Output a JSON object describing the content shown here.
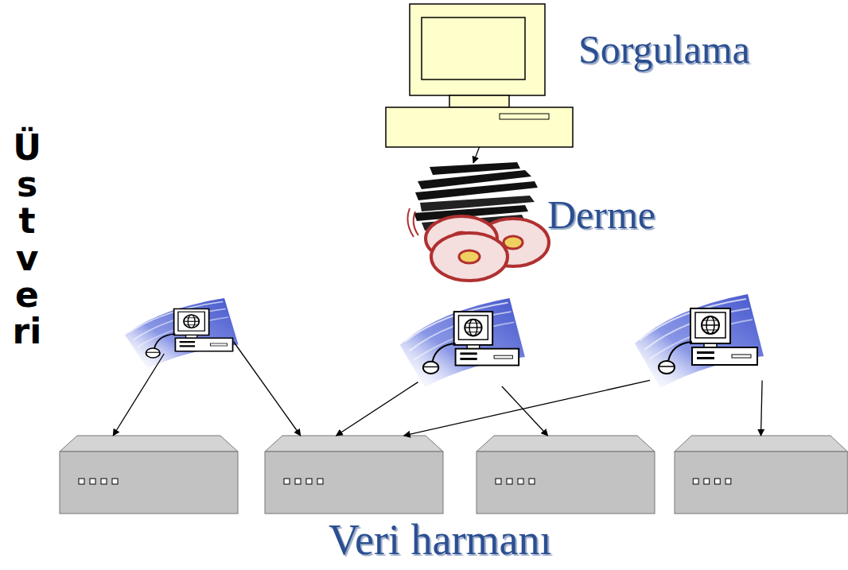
{
  "diagram": {
    "nodes": [
      {
        "text": [
          "Sorgulama"
        ]
      },
      {
        "text": [
          "Derme"
        ]
      },
      {
        "text": []
      },
      {
        "text": []
      },
      {
        "text": []
      },
      {
        "text": []
      },
      {
        "text": []
      },
      {
        "text": []
      },
      {
        "text": []
      }
    ],
    "edges": [
      {
        "from": 0,
        "to": 1,
        "arrow": "to"
      },
      {
        "from": 2,
        "to": 5,
        "arrow": "to"
      },
      {
        "from": 2,
        "to": 6,
        "arrow": "to"
      },
      {
        "from": 3,
        "to": 6,
        "arrow": "to"
      },
      {
        "from": 3,
        "to": 7,
        "arrow": "to"
      },
      {
        "from": 4,
        "to": 6,
        "arrow": "to"
      },
      {
        "from": 4,
        "to": 8,
        "arrow": "to"
      }
    ],
    "labels": [
      "Üstveri",
      "Veri harmanı"
    ]
  }
}
